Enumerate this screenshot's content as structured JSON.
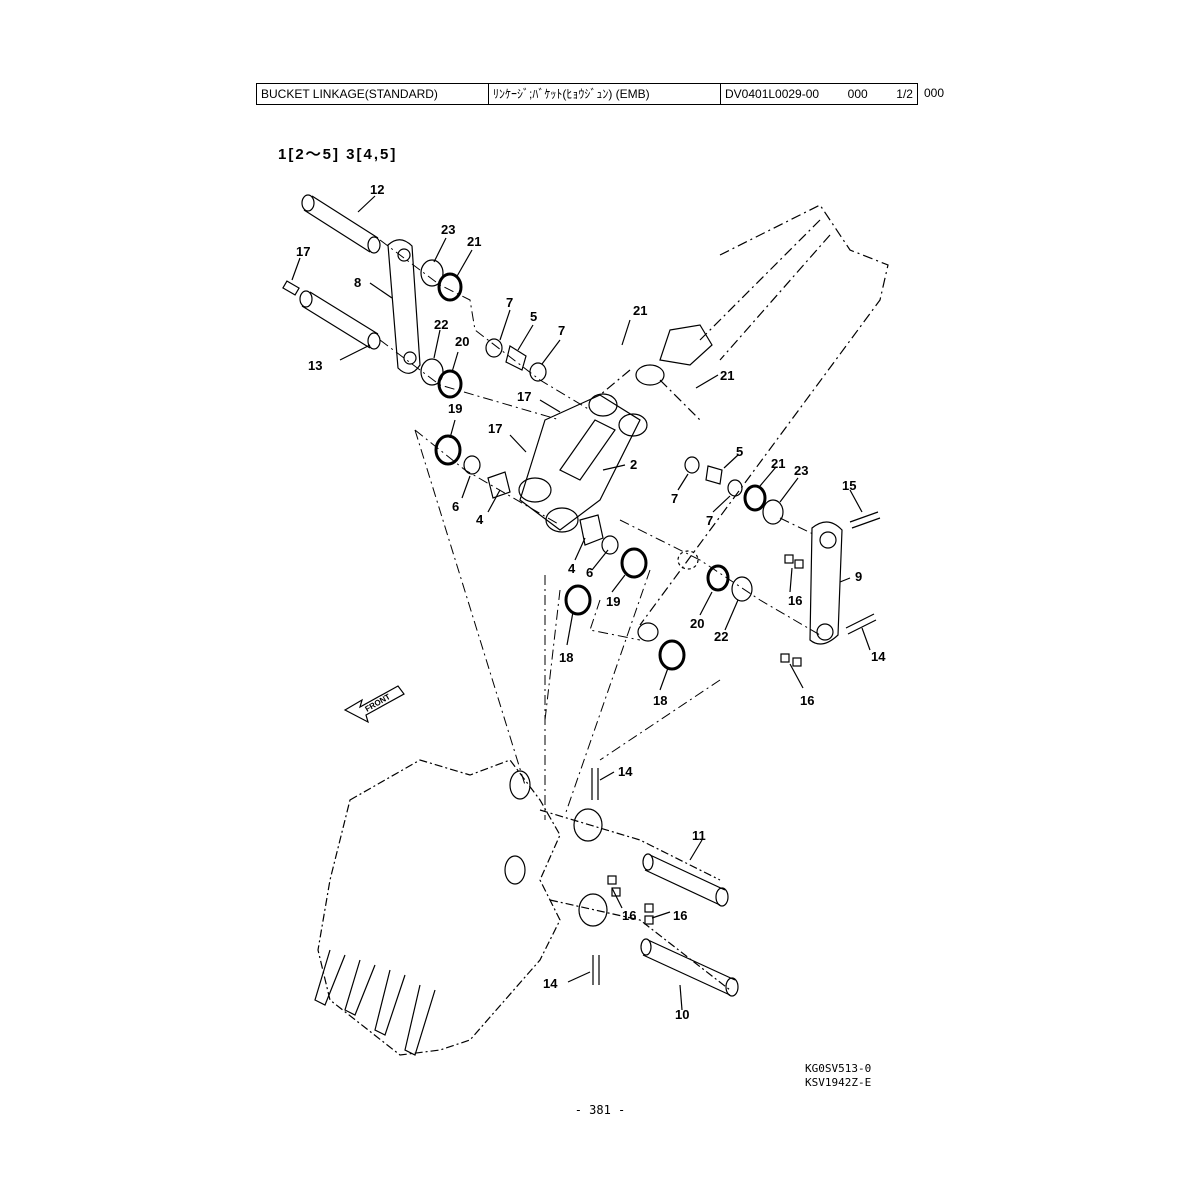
{
  "header": {
    "title": "BUCKET LINKAGE(STANDARD)",
    "title_jp": "ﾘﾝｹｰｼﾞ;ﾊﾞｹｯﾄ(ﾋｮｳｼﾞｭﾝ) (EMB)",
    "drawing_no": "DV0401L0029-00",
    "revision": "000",
    "sheet": "1/2",
    "tail": "000"
  },
  "applicability": "1[2～5]  3[4,5]",
  "front_label": "FRONT",
  "callouts": {
    "c12": "12",
    "c17a": "17",
    "c8": "8",
    "c13": "13",
    "c23a": "23",
    "c21a": "21",
    "c22a": "22",
    "c20a": "20",
    "c7a": "7",
    "c5a": "5",
    "c7b": "7",
    "c21b": "21",
    "c21c": "21",
    "c17b": "17",
    "c17c": "17",
    "c2": "2",
    "c19a": "19",
    "c6a": "6",
    "c4a": "4",
    "c4b": "4",
    "c6b": "6",
    "c19b": "19",
    "c18a": "18",
    "c18b": "18",
    "c7c": "7",
    "c5b": "5",
    "c7d": "7",
    "c21d": "21",
    "c23b": "23",
    "c15": "15",
    "c16a": "16",
    "c9": "9",
    "c20b": "20",
    "c22b": "22",
    "c14a": "14",
    "c16b": "16",
    "c14b": "14",
    "c11": "11",
    "c16c": "16",
    "c16d": "16",
    "c14c": "14",
    "c10": "10"
  },
  "codes": [
    "KG0SV513-0",
    "KSV1942Z-E"
  ],
  "page_number": "- 381 -"
}
